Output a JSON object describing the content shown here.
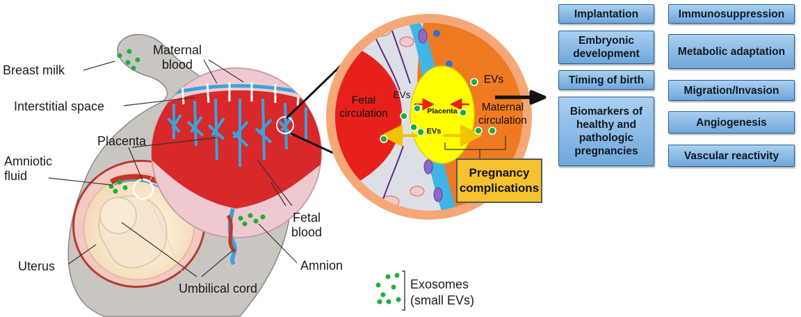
{
  "labels": {
    "breast_milk": "Breast milk",
    "maternal_blood": "Maternal\nblood",
    "interstitial_space": "Interstitial space",
    "placenta": "Placenta",
    "amniotic_fluid": "Amniotic\nfluid",
    "uterus": "Uterus",
    "umbilical_cord": "Umbilical cord",
    "amnion": "Amnion",
    "fetal_blood": "Fetal\nblood",
    "exosomes": "Exosomes\n(small EVs)"
  },
  "zoom": {
    "fetal_circulation": "Fetal\ncirculation",
    "maternal_circulation": "Maternal\ncirculation",
    "placenta": "Placenta",
    "evs_left": "EVs",
    "evs_center": "EVs",
    "evs_right": "EVs"
  },
  "complications": "Pregnancy\ncomplications",
  "left_boxes": [
    "Implantation",
    "Embryonic\ndevelopment",
    "Timing of birth",
    "Biomarkers of\nhealthy and\npathologic\npregnancies"
  ],
  "right_boxes": [
    "Immunosuppression",
    "Metabolic adaptation",
    "Migration/Invasion",
    "Angiogenesis",
    "Vascular reactivity"
  ],
  "colors": {
    "fetal_red": "#e8201c",
    "maternal_orange": "#f07a22",
    "placenta_yellow": "#ffff00",
    "vessel_blue": "#3aa3dc",
    "exosome_green": "#1fae3a",
    "box_blue": "#8fbde9",
    "complication_gold": "#f6c230"
  }
}
